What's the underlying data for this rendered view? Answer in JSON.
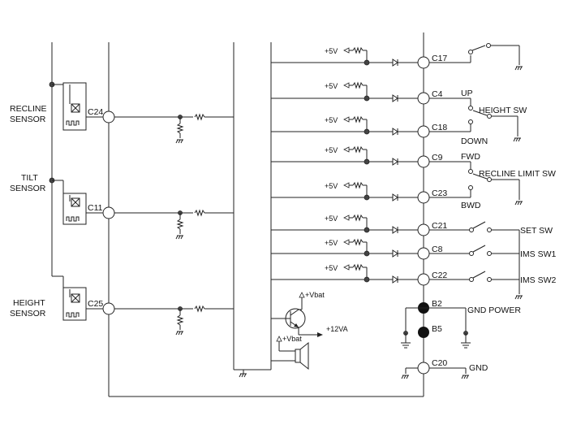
{
  "sensors": [
    {
      "name_line1": "RECLINE",
      "name_line2": "SENSOR",
      "connector": "C24"
    },
    {
      "name_line1": "TILT",
      "name_line2": "SENSOR",
      "connector": "C11"
    },
    {
      "name_line1": "HEIGHT",
      "name_line2": "SENSOR",
      "connector": "C25"
    }
  ],
  "supply_label": "+5V",
  "pins": [
    {
      "id": "C17"
    },
    {
      "id": "C4"
    },
    {
      "id": "C18"
    },
    {
      "id": "C9"
    },
    {
      "id": "C23"
    },
    {
      "id": "C21"
    },
    {
      "id": "C8"
    },
    {
      "id": "C22"
    }
  ],
  "height_switch": {
    "up": "UP",
    "label": "HEIGHT SW",
    "down": "DOWN"
  },
  "recline_limit": {
    "fwd": "FWD",
    "label": "RECLINE LIMIT SW",
    "bwd": "BWD"
  },
  "switches": {
    "set": "SET SW",
    "ims1": "IMS SW1",
    "ims2": "IMS SW2"
  },
  "power": {
    "b2": "B2",
    "b5": "B5",
    "gnd_power": "GND POWER",
    "c20": "C20",
    "gnd": "GND",
    "vbat1": "+Vbat",
    "vbat2": "+Vbat",
    "v12": "+12VA"
  }
}
